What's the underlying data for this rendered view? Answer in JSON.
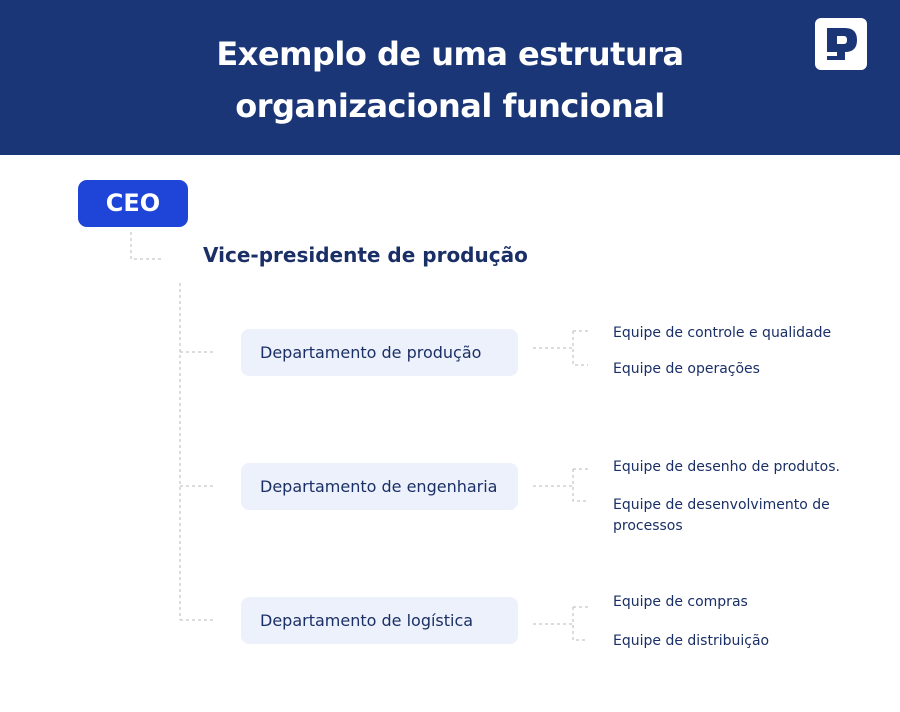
{
  "header": {
    "title_line1": "Exemplo de uma estrutura",
    "title_line2": "organizacional funcional",
    "background": "#1a3677",
    "logo_icon": "p-logo-icon"
  },
  "chart": {
    "ceo": "CEO",
    "vice_president": "Vice-presidente de produção",
    "departments": [
      {
        "name": "Departamento de produção",
        "teams": [
          "Equipe de controle e qualidade",
          "Equipe de operações"
        ]
      },
      {
        "name": "Departamento de engenharia",
        "teams": [
          "Equipe de desenho de produtos.",
          "Equipe de desenvolvimento de processos"
        ]
      },
      {
        "name": "Departamento de logística",
        "teams": [
          "Equipe de compras",
          "Equipe de distribuição"
        ]
      }
    ]
  },
  "colors": {
    "ceo_box": "#1e44d8",
    "department_box": "#edf1fb",
    "text": "#1a2f66",
    "connector": "#b8b8b8"
  }
}
